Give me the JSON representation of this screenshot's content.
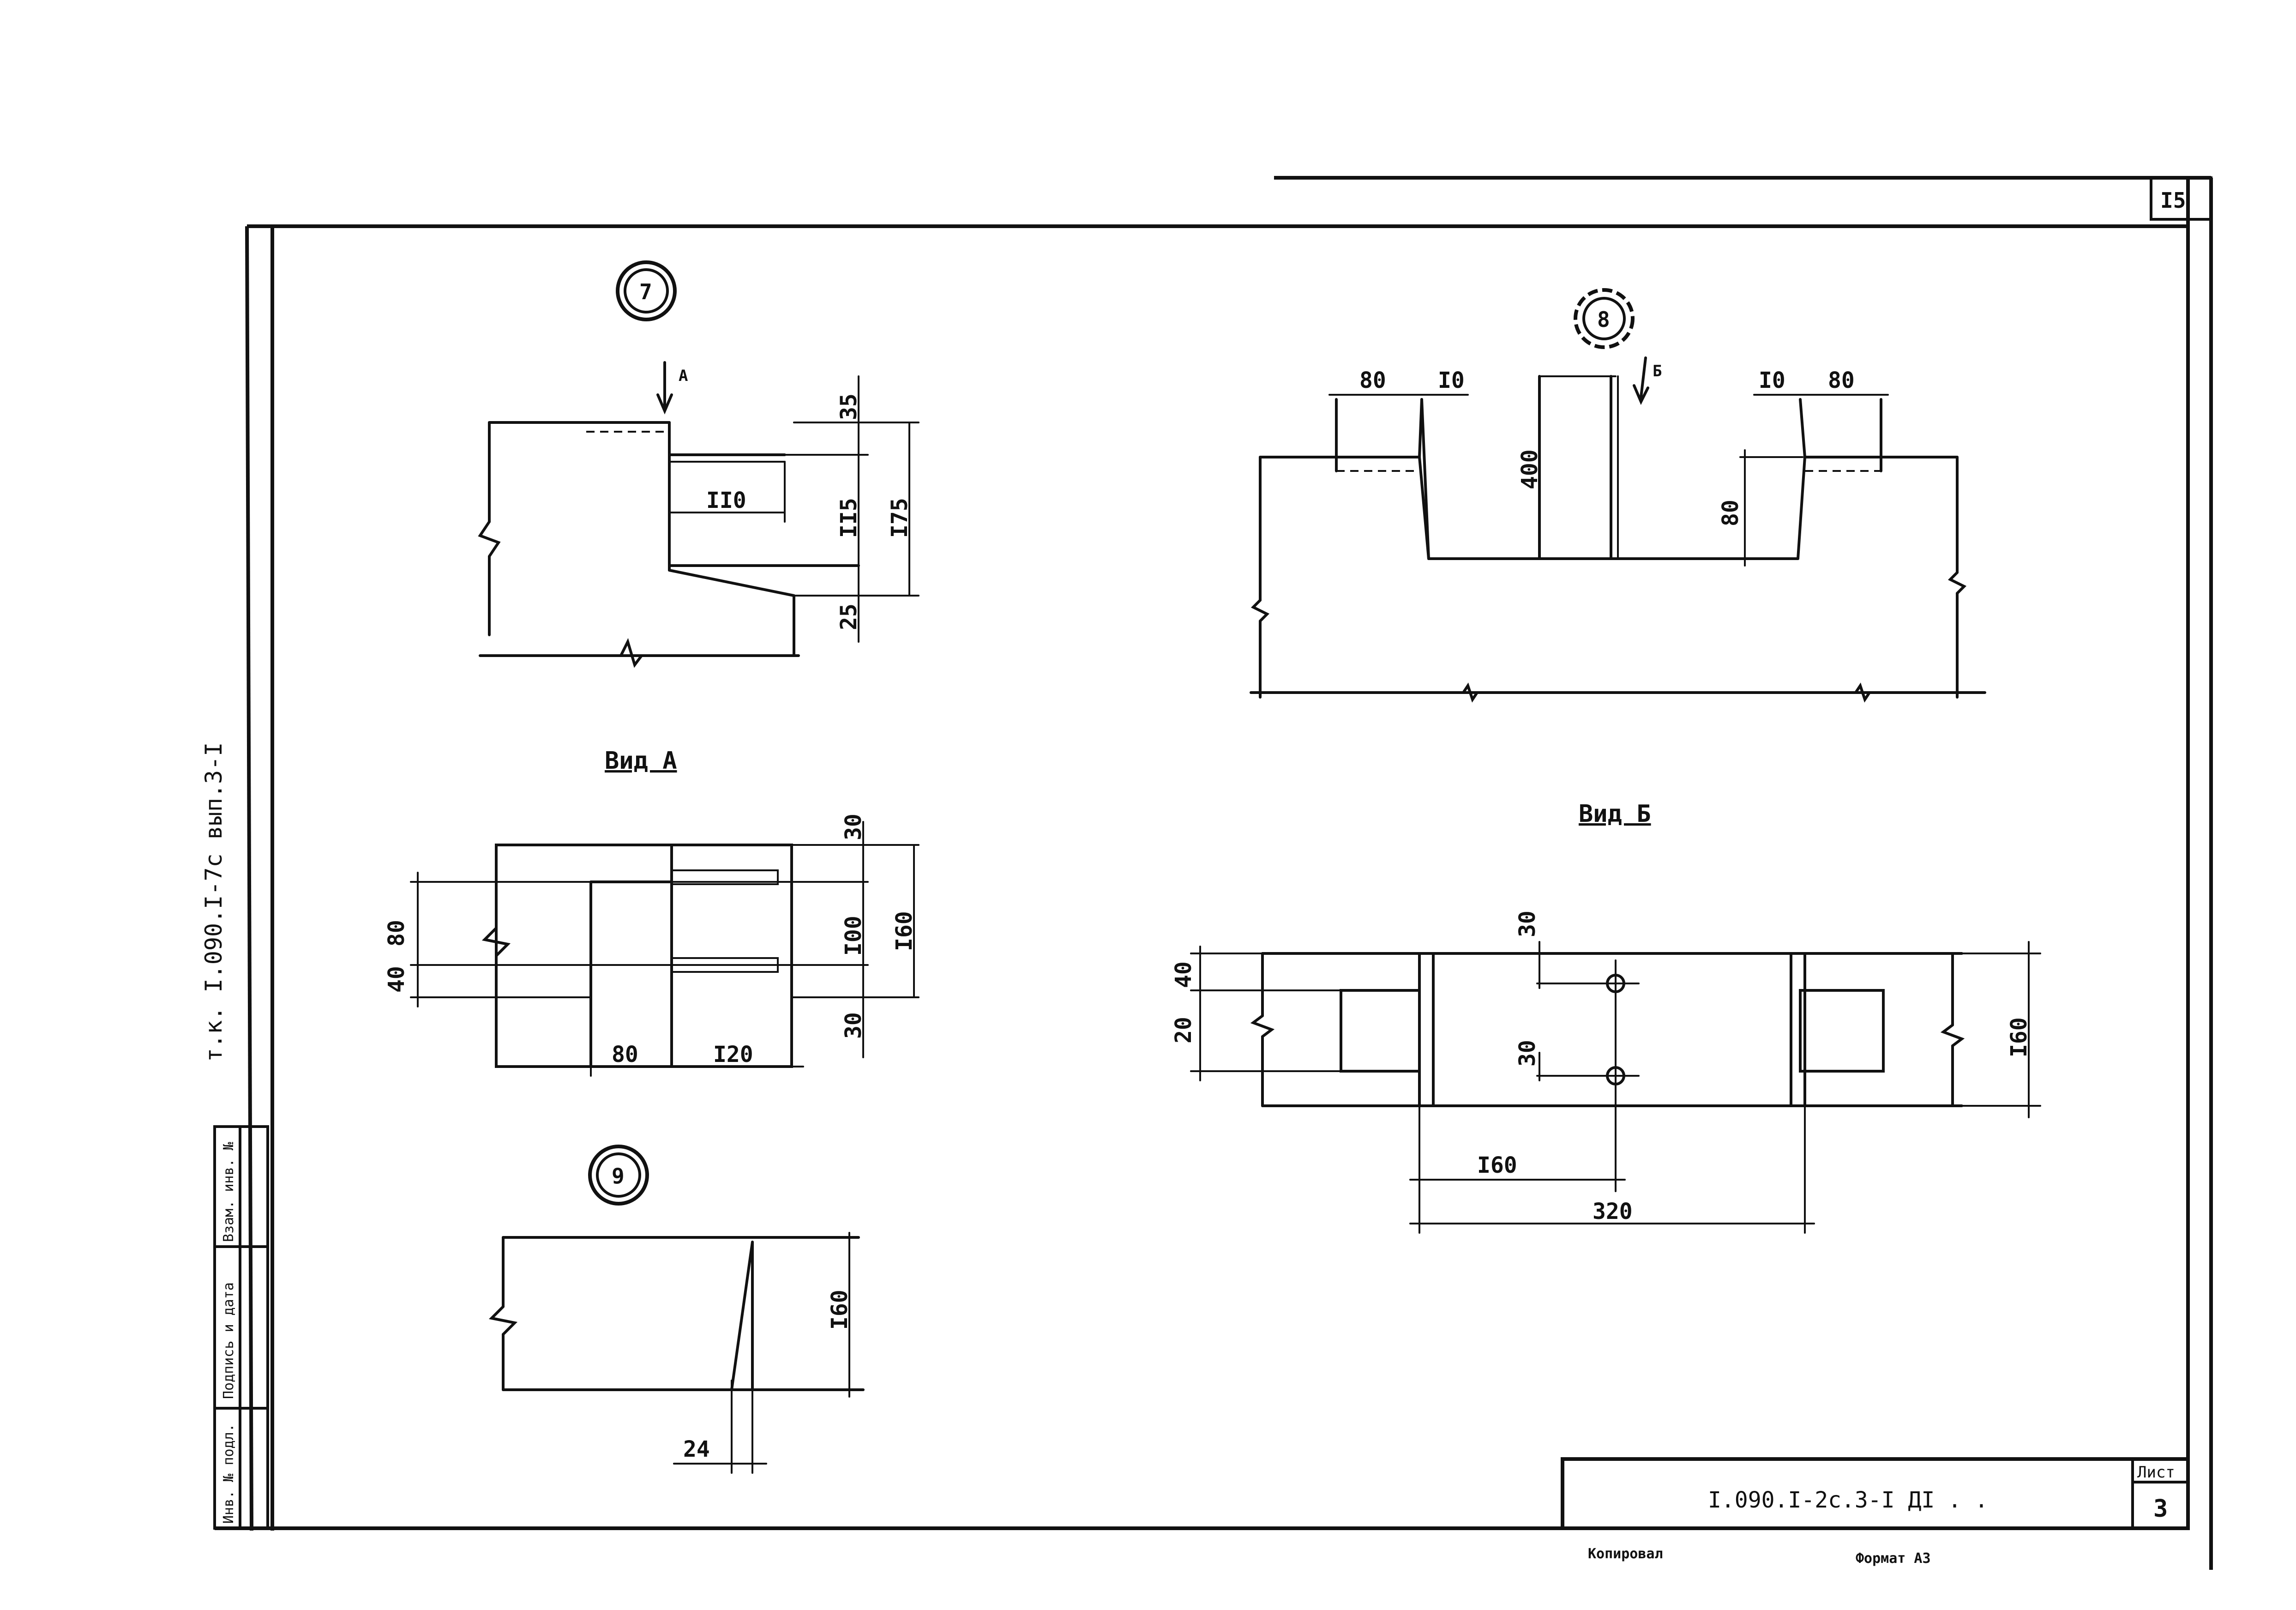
{
  "sheet": {
    "corner_number": "I5",
    "side_code": "т.к. I.090.I-7с вып.3-I",
    "title_block": {
      "code": "I.090.I-2с.3-I ДI . .",
      "sheet_label": "Лист",
      "sheet_number": "3"
    },
    "footer": {
      "copied": "Копировал",
      "format": "Формат А3"
    },
    "stamp_fields": [
      "Взам. инв. №",
      "Подпись и дата",
      "Инв. № подл."
    ]
  },
  "details": {
    "d7": {
      "marker": "7",
      "view_arrow": "А",
      "dims": [
        "35",
        "II0",
        "II5",
        "I75",
        "25"
      ]
    },
    "view_a": {
      "title": "Вид А",
      "dims": [
        "30",
        "80",
        "40",
        "I00",
        "I60",
        "30",
        "80",
        "I20"
      ]
    },
    "d8": {
      "marker": "8",
      "view_arrow": "Б",
      "dims": [
        "80",
        "I0",
        "400",
        "I0",
        "80",
        "80"
      ]
    },
    "view_b": {
      "title": "Вид Б",
      "dims": [
        "40",
        "20",
        "30",
        "30",
        "I60",
        "I60",
        "320"
      ]
    },
    "d9": {
      "marker": "9",
      "dims": [
        "I60",
        "24"
      ]
    }
  }
}
